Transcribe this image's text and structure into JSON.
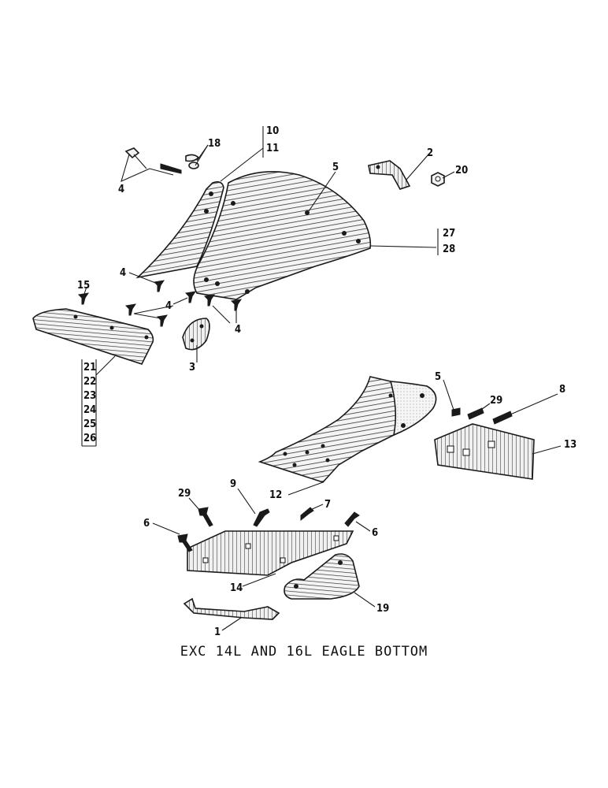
{
  "caption": "EXC 14L AND 16L EAGLE BOTTOM",
  "callouts": {
    "c1": "1",
    "c2": "2",
    "c3": "3",
    "c4a": "4",
    "c4b": "4",
    "c4c": "4",
    "c4d": "4",
    "c5a": "5",
    "c5b": "5",
    "c6a": "6",
    "c6b": "6",
    "c7": "7",
    "c8": "8",
    "c9": "9",
    "c10": "10",
    "c11": "11",
    "c12": "12",
    "c13": "13",
    "c14": "14",
    "c15": "15",
    "c18": "18",
    "c19": "19",
    "c20": "20",
    "c21": "21",
    "c22": "22",
    "c23": "23",
    "c24": "24",
    "c25": "25",
    "c26": "26",
    "c27": "27",
    "c28": "28",
    "c29a": "29",
    "c29b": "29"
  }
}
